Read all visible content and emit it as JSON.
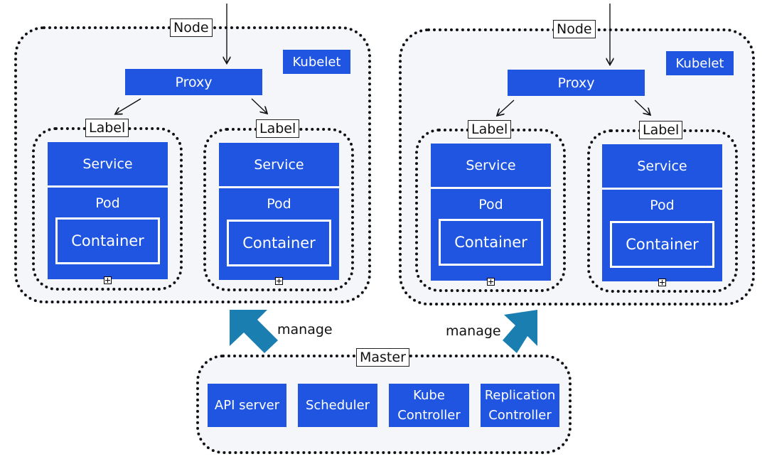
{
  "nodes": [
    {
      "label": "Node",
      "kubelet": "Kubelet",
      "proxy": "Proxy",
      "groups": [
        {
          "label": "Label",
          "service": "Service",
          "pod": "Pod",
          "container": "Container"
        },
        {
          "label": "Label",
          "service": "Service",
          "pod": "Pod",
          "container": "Container"
        }
      ]
    },
    {
      "label": "Node",
      "kubelet": "Kubelet",
      "proxy": "Proxy",
      "groups": [
        {
          "label": "Label",
          "service": "Service",
          "pod": "Pod",
          "container": "Container"
        },
        {
          "label": "Label",
          "service": "Service",
          "pod": "Pod",
          "container": "Container"
        }
      ]
    }
  ],
  "manage_labels": [
    "manage",
    "manage"
  ],
  "master": {
    "label": "Master",
    "components": [
      "API server",
      "Scheduler",
      "Kube\nController",
      "Replication\nController"
    ]
  },
  "colors": {
    "component_blue": "#1f55e0",
    "manage_arrow": "#1a7fb0",
    "frame_fill": "#f4f6f9"
  }
}
